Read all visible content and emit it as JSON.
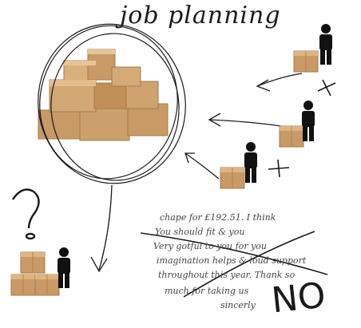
{
  "title": "job planning",
  "note": {
    "lines": [
      "chape for £192.51. I think",
      "You should fit     & you",
      "Very gotful to you for you",
      "imagination helps & loud support",
      "throughout this year. Thank so",
      "much for taking us",
      "sincerly"
    ],
    "stamp": "NO"
  },
  "question_mark": "?",
  "colors": {
    "box": "#c89a66",
    "box_dark": "#a87a48",
    "box_light": "#ddb482",
    "ink": "#1a1a1a"
  },
  "icons": [
    "cardboard-box-stack-icon",
    "person-icon",
    "arrow-icon",
    "question-mark-icon",
    "cross-mark-icon"
  ]
}
